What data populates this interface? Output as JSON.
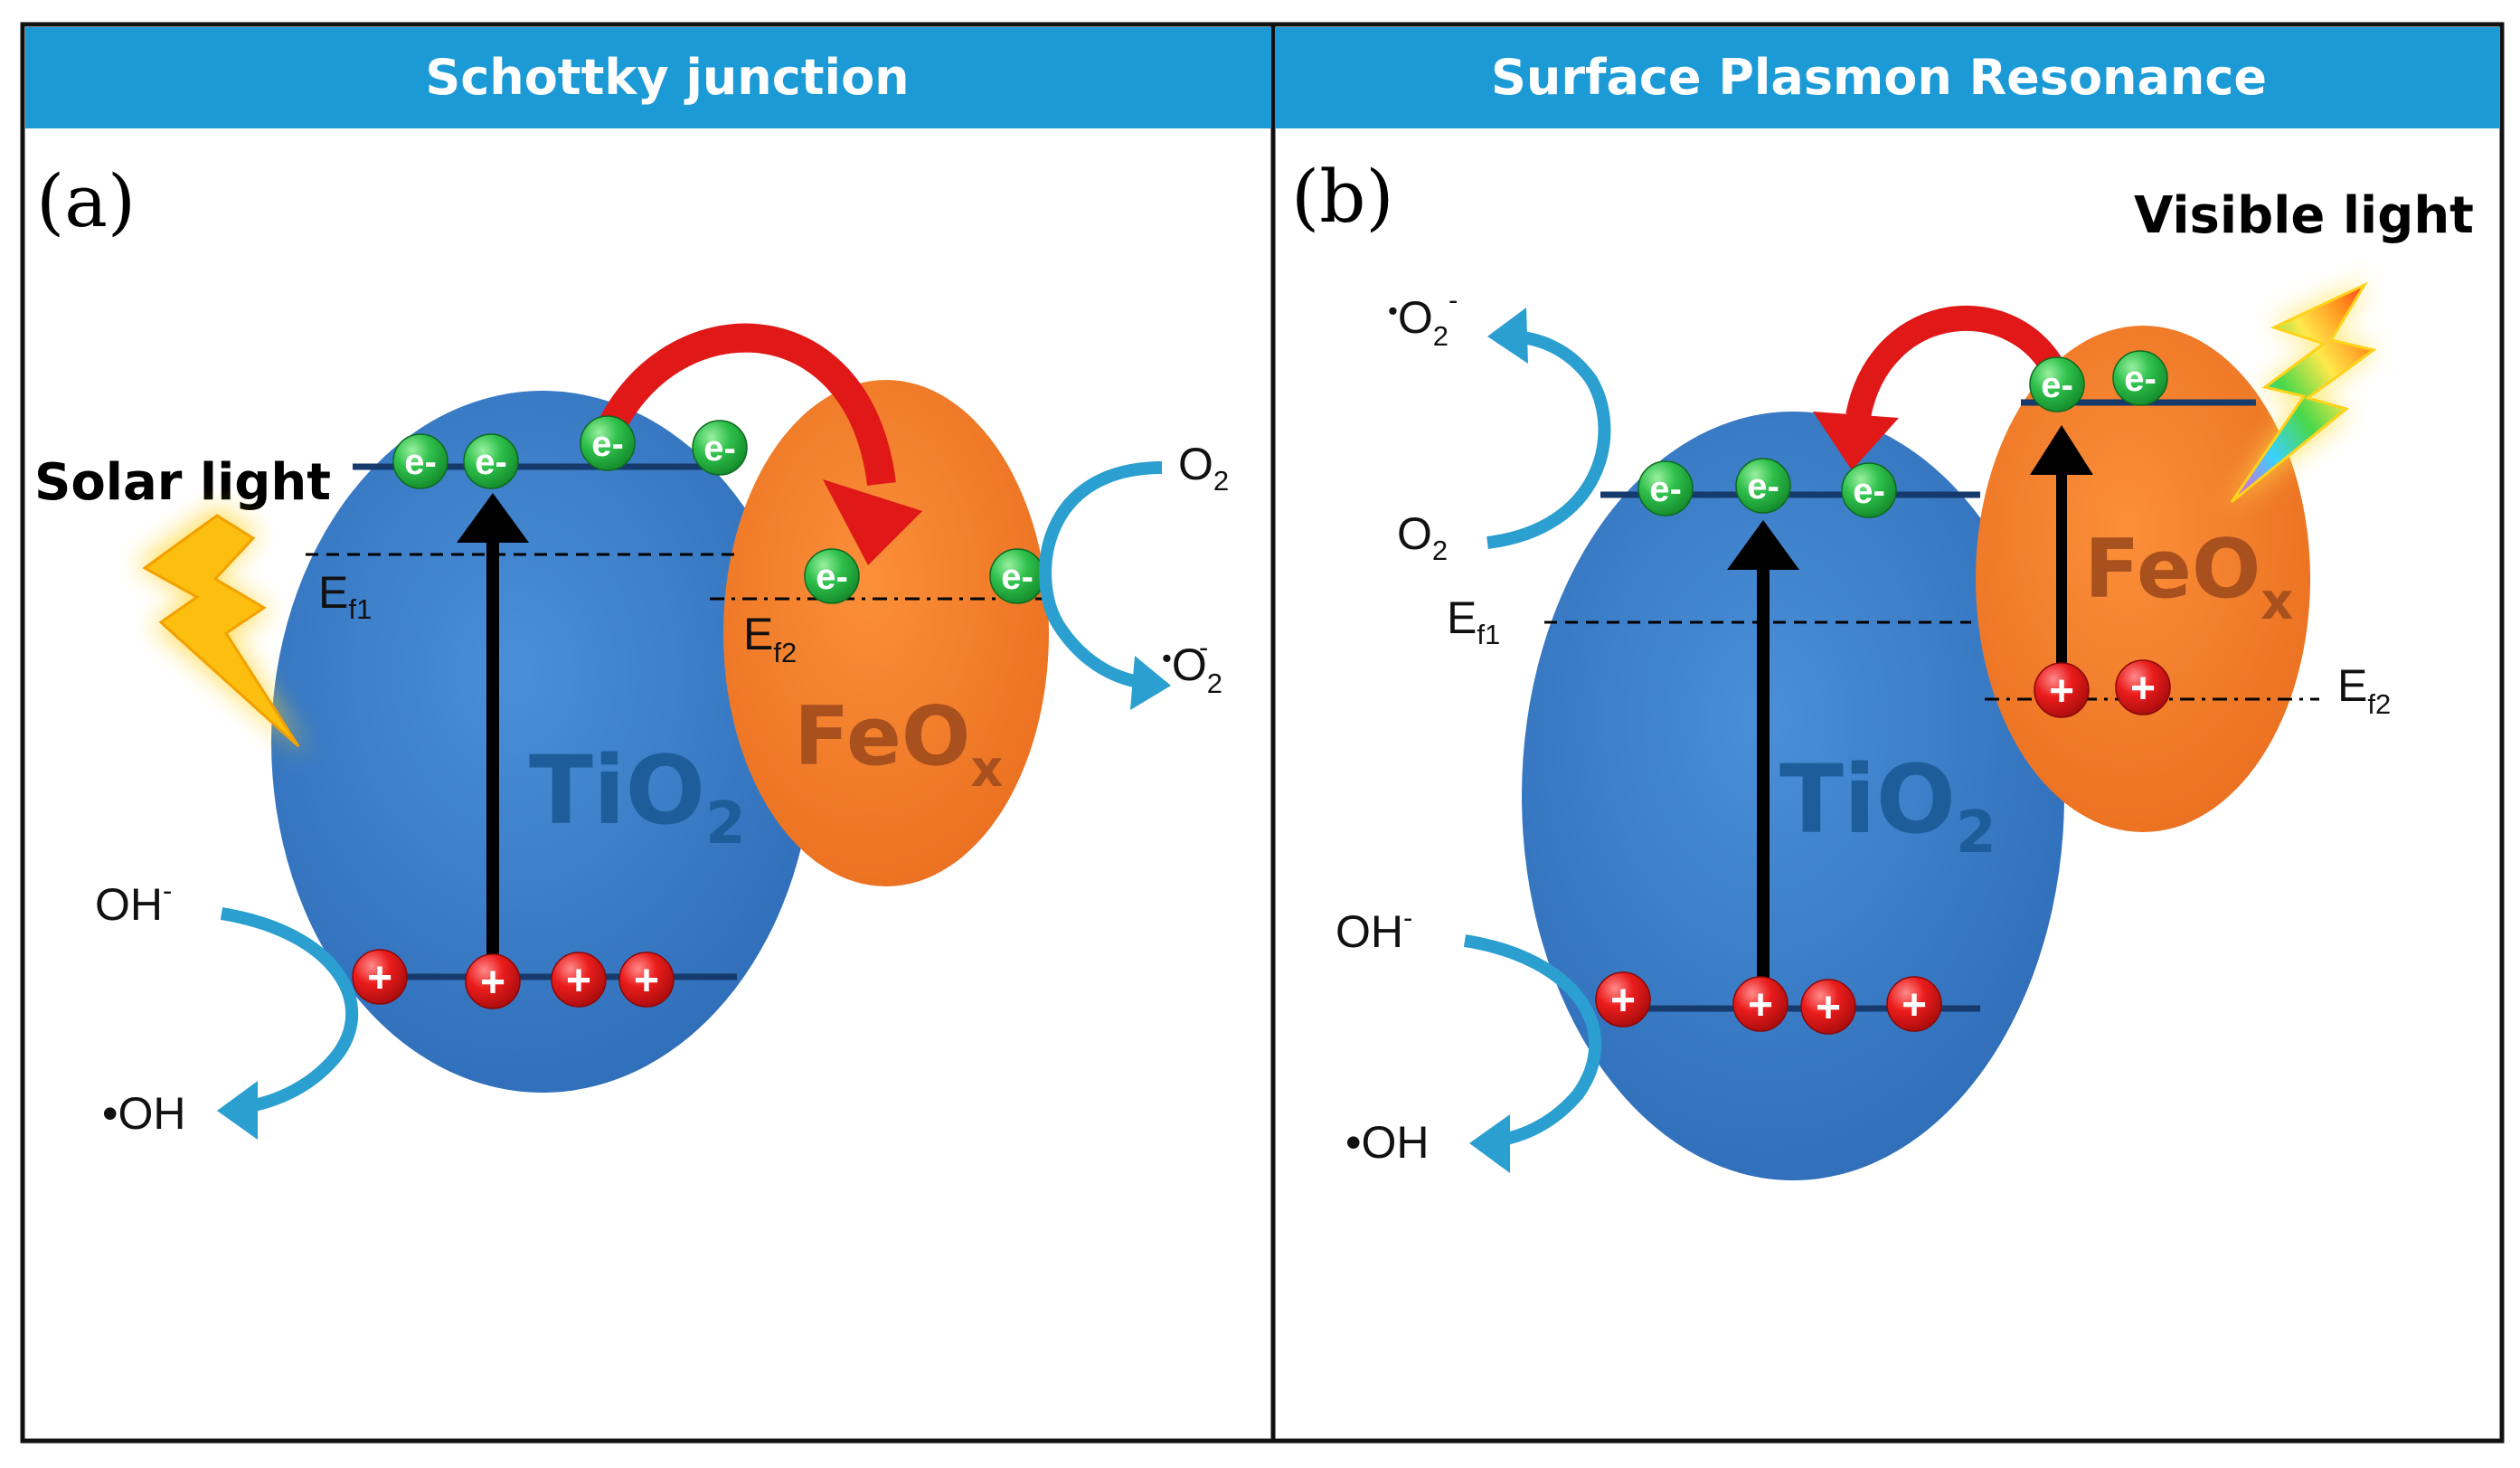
{
  "panels": {
    "a": {
      "header": "Schottky junction",
      "tag": "(a)",
      "light_label": "Solar light",
      "tio2_label": "TiO",
      "tio2_sub": "2",
      "feox_label": "FeO",
      "feox_sub": "x",
      "ef1_main": "E",
      "ef1_sub": "f1",
      "ef2_main": "E",
      "ef2_sub": "f2",
      "o2_main": "O",
      "o2_sub": "2",
      "o2rad_dot": "•",
      "o2rad_main": "O",
      "o2rad_sub": "2",
      "o2rad_sup": "-",
      "oh_main": "OH",
      "oh_sup": "-",
      "ohrad": "•OH",
      "electron": "e-",
      "hole": "+"
    },
    "b": {
      "header": "Surface Plasmon Resonance",
      "tag": "(b)",
      "light_label": "Visible light",
      "tio2_label": "TiO",
      "tio2_sub": "2",
      "feox_label": "FeO",
      "feox_sub": "x",
      "ef1_main": "E",
      "ef1_sub": "f1",
      "ef2_main": "E",
      "ef2_sub": "f2",
      "o2_main": "O",
      "o2_sub": "2",
      "o2rad_dot": "•",
      "o2rad_main": "O",
      "o2rad_sub": "2",
      "o2rad_sup": "-",
      "oh_main": "OH",
      "oh_sup": "-",
      "ohrad": "•OH",
      "electron": "e-",
      "hole": "+"
    }
  },
  "colors": {
    "header_bg": "#1b9ad6",
    "tio2": "#3d7fcb",
    "feox": "#f27f2a",
    "electron": "#2fb84a",
    "hole": "#e01818",
    "transfer_arrow": "#e01818",
    "species_arrow": "#2a9fd0"
  }
}
